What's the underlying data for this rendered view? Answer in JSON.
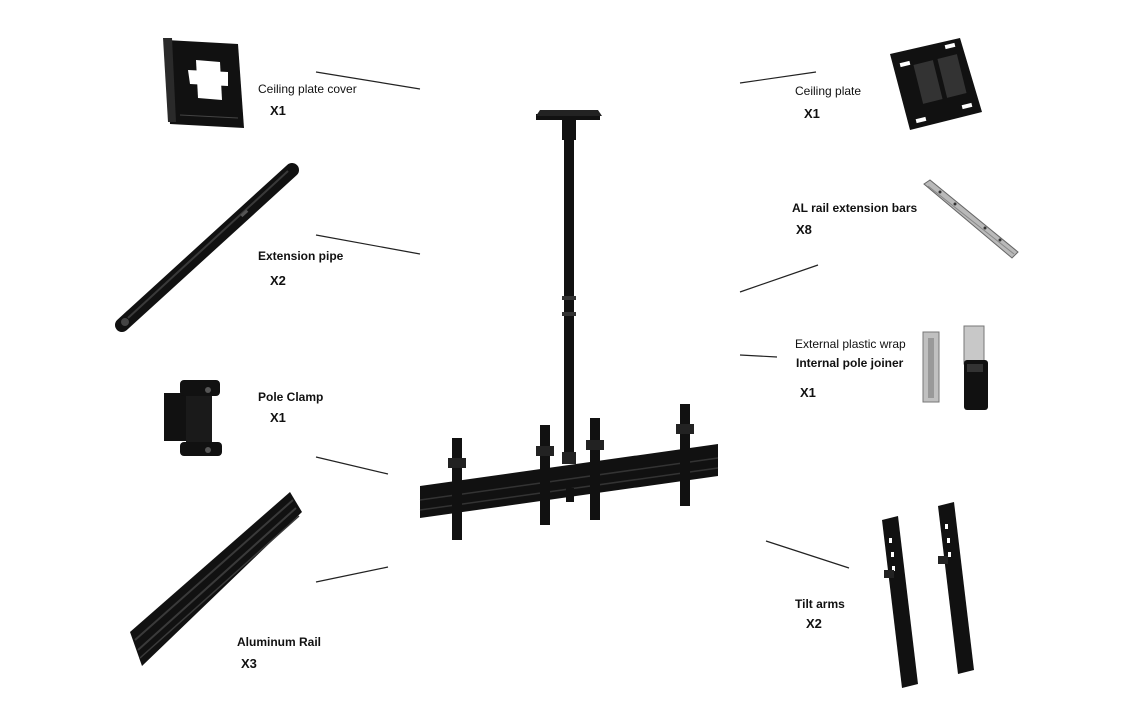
{
  "parts": {
    "ceiling_plate_cover": {
      "label": "Ceiling plate cover",
      "qty": "X1"
    },
    "ceiling_plate": {
      "label": "Ceiling plate",
      "qty": "X1"
    },
    "extension_pipe": {
      "label": "Extension pipe",
      "qty": "X2"
    },
    "al_rail_extension_bars": {
      "label": "AL rail extension bars",
      "qty": "X8"
    },
    "external_plastic_wrap": {
      "label": "External plastic wrap"
    },
    "internal_pole_joiner": {
      "label": "Internal pole joiner",
      "qty": "X1"
    },
    "pole_clamp": {
      "label": "Pole Clamp",
      "qty": "X1"
    },
    "aluminum_rail": {
      "label": "Aluminum Rail",
      "qty": "X3"
    },
    "tilt_arms": {
      "label": "Tilt arms",
      "qty": "X2"
    }
  },
  "colors": {
    "part": "#111111",
    "highlight": "#3a3a3a",
    "metal": "#b9b9b9",
    "leader": "#222222"
  }
}
